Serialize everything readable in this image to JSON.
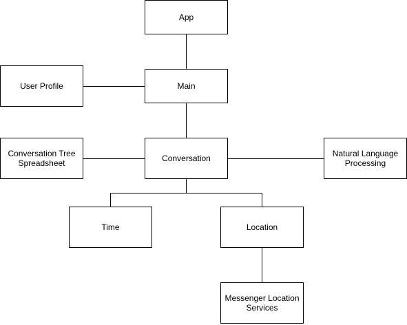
{
  "diagram": {
    "nodes": {
      "app": "App",
      "main": "Main",
      "user_profile": "User Profile",
      "conversation": "Conversation",
      "conversation_tree": [
        "Conversation Tree",
        "Spreadsheet"
      ],
      "nlp": [
        "Natural Language",
        "Processing"
      ],
      "time": "Time",
      "location": "Location",
      "messenger": [
        "Messenger Location",
        "Services"
      ]
    },
    "edges": [
      [
        "app",
        "main"
      ],
      [
        "user_profile",
        "main"
      ],
      [
        "main",
        "conversation"
      ],
      [
        "conversation_tree",
        "conversation"
      ],
      [
        "conversation",
        "nlp"
      ],
      [
        "conversation",
        "time"
      ],
      [
        "conversation",
        "location"
      ],
      [
        "location",
        "messenger"
      ]
    ],
    "colors": {
      "stroke": "#000000",
      "fill": "#ffffff"
    }
  }
}
